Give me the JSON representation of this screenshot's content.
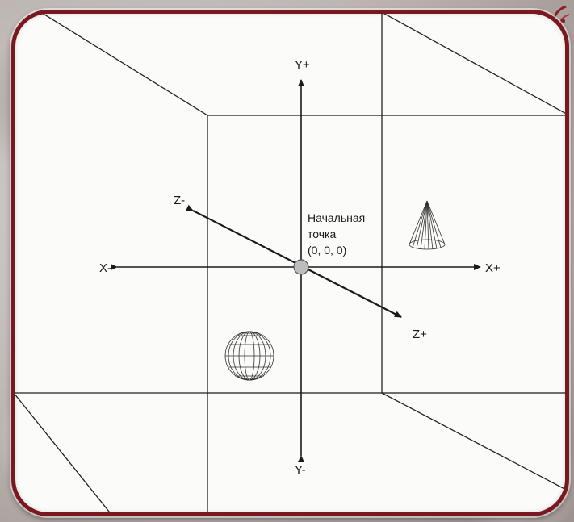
{
  "axes": {
    "y_plus": "Y+",
    "y_minus": "Y-",
    "x_plus": "X+",
    "x_minus": "X-",
    "z_plus": "Z+",
    "z_minus": "Z-"
  },
  "origin": {
    "line1": "Начальная",
    "line2": "точка",
    "line3": "(0, 0, 0)"
  },
  "colors": {
    "frame_border": "#7a1820",
    "origin_marker": "#bdbdbd"
  },
  "objects": [
    "cone",
    "sphere"
  ]
}
